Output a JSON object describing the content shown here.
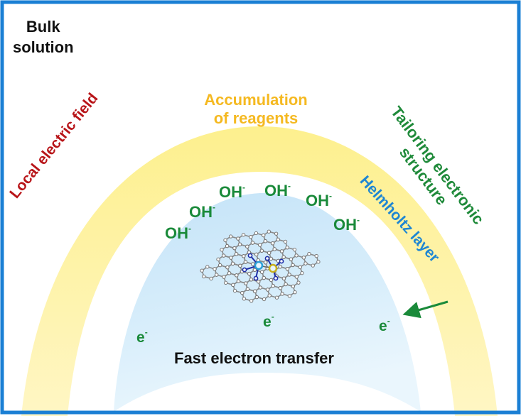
{
  "diagram": {
    "title": "Electrode interface schematic",
    "labels": {
      "bulk_line1": "Bulk",
      "bulk_line2": "solution",
      "accumulation_line1": "Accumulation",
      "accumulation_line2": "of reagents",
      "local_field": "Local electric field",
      "tailoring_line1": "Tailoring electronic",
      "tailoring_line2": "structure",
      "helmholtz": "Helmholtz layer",
      "fast_transfer": "Fast electron transfer"
    },
    "ions": [
      {
        "base": "OH",
        "charge": "-"
      },
      {
        "base": "OH",
        "charge": "-"
      },
      {
        "base": "OH",
        "charge": "-"
      },
      {
        "base": "OH",
        "charge": "-"
      },
      {
        "base": "OH",
        "charge": "-"
      },
      {
        "base": "OH",
        "charge": "-"
      }
    ],
    "electrons": [
      {
        "base": "e",
        "charge": "-"
      },
      {
        "base": "e",
        "charge": "-"
      },
      {
        "base": "e",
        "charge": "-"
      }
    ],
    "colors": {
      "frame": "#1a7fd4",
      "outer_band": "#fcef9c",
      "dome": "#cfe9f9",
      "ion_text": "#1a8a3a",
      "local_field_text": "#b81519",
      "accumulation_text": "#f5b921",
      "helmholtz_text": "#1e86d3",
      "tailoring_text": "#1f8a3a",
      "metal_site_1": "#2a9fd6",
      "metal_site_2": "#c8b01a",
      "nitrogen": "#1f2fa8",
      "carbon": "#8a8a8a",
      "arrow": "#1a8a3a"
    }
  }
}
